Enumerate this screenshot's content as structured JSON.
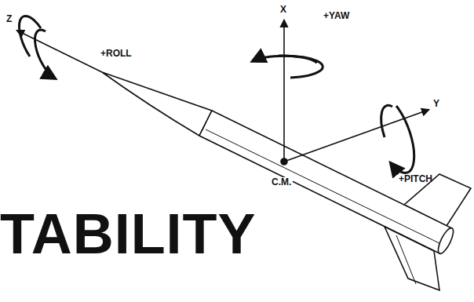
{
  "diagram": {
    "labels": [
      "Z",
      "+ROLL",
      "X",
      "+YAW",
      "Y",
      "+PITCH",
      "C.M.",
      "TABILITY"
    ]
  }
}
